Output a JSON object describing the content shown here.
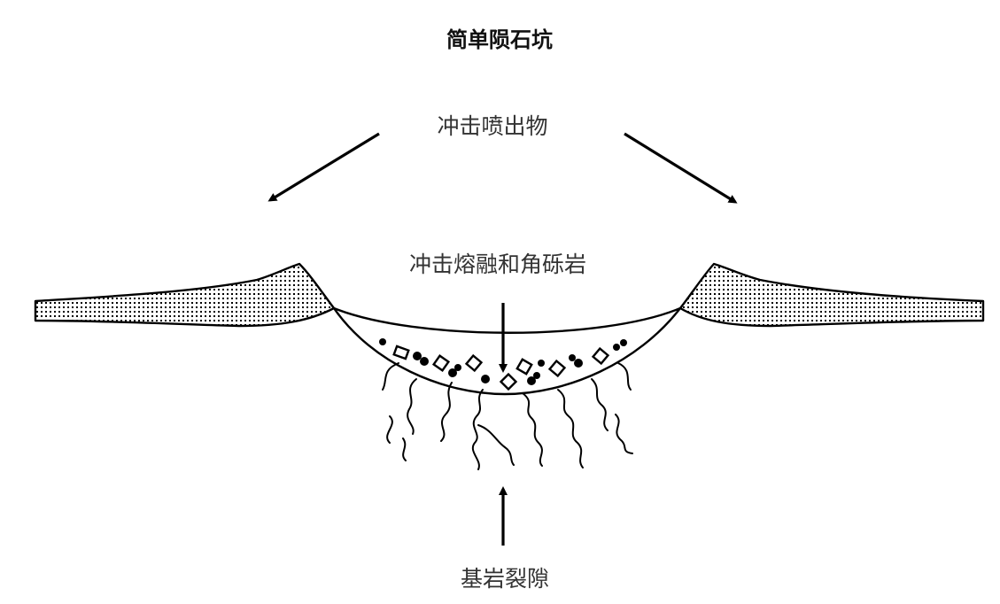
{
  "title": "简单陨石坑",
  "labels": {
    "ejecta": "冲击喷出物",
    "melt_breccia": "冲击熔融和角砾岩",
    "bedrock_fractures": "基岩裂隙"
  },
  "colors": {
    "ink": "#000000",
    "label_text": "#333333",
    "background": "#ffffff"
  }
}
